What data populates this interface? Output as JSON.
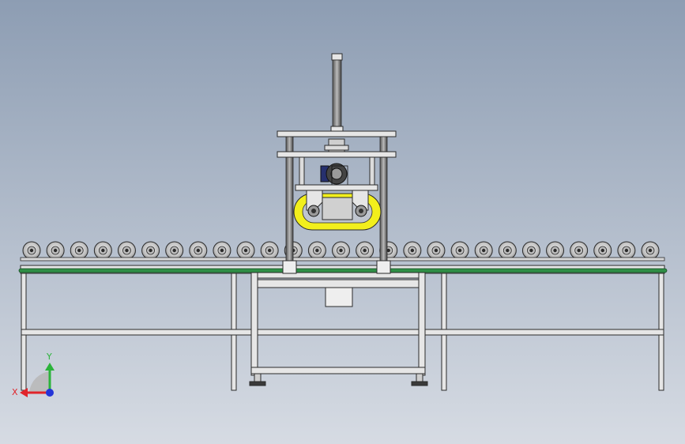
{
  "view": {
    "background_top": "#8d9db3",
    "background_bottom": "#d6dbe3"
  },
  "model": {
    "frame_color": "#e6e6e6",
    "outline_color": "#2b2b2b",
    "belt_color": "#2f8f46",
    "gripper_color": "#f2ef1c",
    "roller_count": 27
  },
  "triad": {
    "x_label": "X",
    "y_label": "Y",
    "x_color": "#e0242b",
    "y_color": "#2bb33b",
    "z_color": "#2334d8"
  }
}
